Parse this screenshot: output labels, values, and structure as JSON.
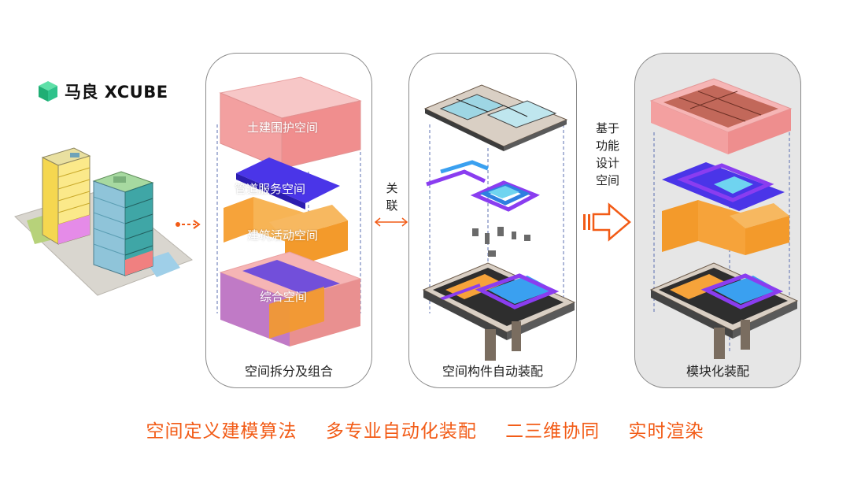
{
  "brand": {
    "logo_text": "马良 XCUBE",
    "logo_color": "#2fc28b"
  },
  "panels": [
    {
      "caption": "空间拆分及组合",
      "layers": [
        "土建围护空间",
        "管道服务空间",
        "建筑活动空间",
        "综合空间"
      ]
    },
    {
      "caption": "空间构件自动装配"
    },
    {
      "caption": "模块化装配"
    }
  ],
  "connectors": {
    "relate": [
      "关",
      "联"
    ],
    "function_based": [
      "基于",
      "功能",
      "设计",
      "空间"
    ]
  },
  "taglines": [
    "空间定义建模算法",
    "多专业自动化装配",
    "二三维协同",
    "实时渲染"
  ],
  "colors": {
    "accent_orange": "#f25b16",
    "envelope_pink": "#f3a0a0",
    "service_blue": "#4a35e8",
    "activity_orange": "#f6a33a",
    "combined_purple": "#7a3fb0"
  }
}
